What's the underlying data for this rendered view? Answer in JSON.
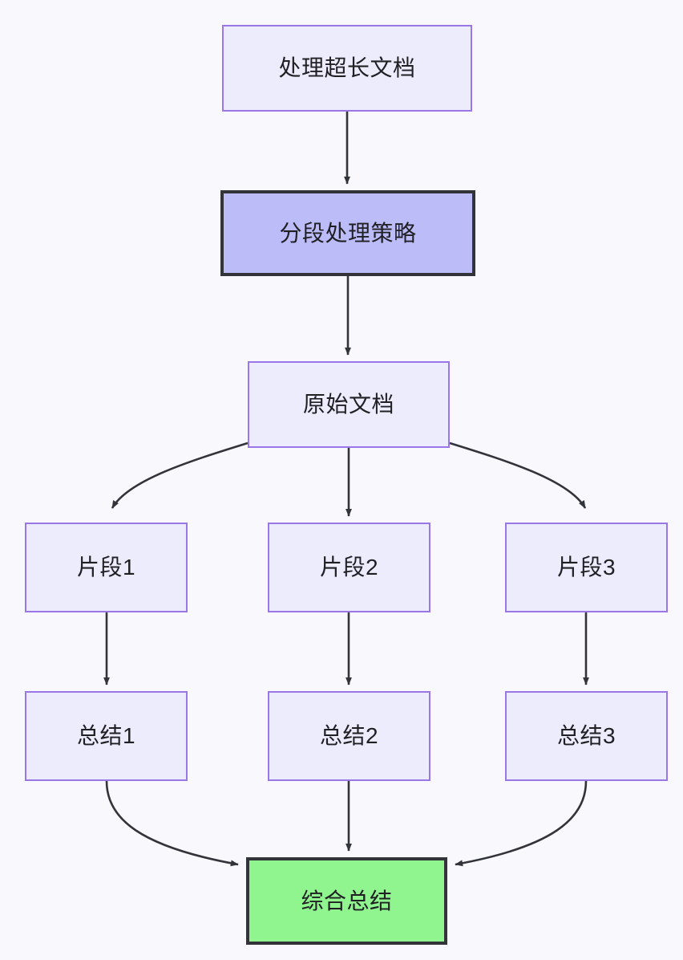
{
  "diagram": {
    "type": "flowchart",
    "direction": "top-down",
    "background_color": "#f8f8fd",
    "nodes": [
      {
        "id": "doc",
        "label": "处理超长文档",
        "style": "default",
        "fill": "#ececfd",
        "stroke": "#9a77e8"
      },
      {
        "id": "strategy",
        "label": "分段处理策略",
        "style": "emphasis",
        "fill": "#bcbcf8",
        "stroke": "#33333a"
      },
      {
        "id": "source",
        "label": "原始文档",
        "style": "default",
        "fill": "#ececfd",
        "stroke": "#9a77e8"
      },
      {
        "id": "frag1",
        "label": "片段1",
        "style": "default",
        "fill": "#ececfd",
        "stroke": "#9a77e8"
      },
      {
        "id": "frag2",
        "label": "片段2",
        "style": "default",
        "fill": "#ececfd",
        "stroke": "#9a77e8"
      },
      {
        "id": "frag3",
        "label": "片段3",
        "style": "default",
        "fill": "#ececfd",
        "stroke": "#9a77e8"
      },
      {
        "id": "sum1",
        "label": "总结1",
        "style": "default",
        "fill": "#ececfd",
        "stroke": "#9a77e8"
      },
      {
        "id": "sum2",
        "label": "总结2",
        "style": "default",
        "fill": "#ececfd",
        "stroke": "#9a77e8"
      },
      {
        "id": "sum3",
        "label": "总结3",
        "style": "default",
        "fill": "#ececfd",
        "stroke": "#9a77e8"
      },
      {
        "id": "final",
        "label": "综合总结",
        "style": "final",
        "fill": "#90f58f",
        "stroke": "#33333a"
      }
    ],
    "edges": [
      {
        "from": "doc",
        "to": "strategy",
        "shape": "straight",
        "arrow": true
      },
      {
        "from": "strategy",
        "to": "source",
        "shape": "straight",
        "arrow": true
      },
      {
        "from": "source",
        "to": "frag1",
        "shape": "curve",
        "arrow": true
      },
      {
        "from": "source",
        "to": "frag2",
        "shape": "straight",
        "arrow": true
      },
      {
        "from": "source",
        "to": "frag3",
        "shape": "curve",
        "arrow": true
      },
      {
        "from": "frag1",
        "to": "sum1",
        "shape": "straight",
        "arrow": true
      },
      {
        "from": "frag2",
        "to": "sum2",
        "shape": "straight",
        "arrow": true
      },
      {
        "from": "frag3",
        "to": "sum3",
        "shape": "straight",
        "arrow": true
      },
      {
        "from": "sum1",
        "to": "final",
        "shape": "curve",
        "arrow": true
      },
      {
        "from": "sum2",
        "to": "final",
        "shape": "straight",
        "arrow": true
      },
      {
        "from": "sum3",
        "to": "final",
        "shape": "curve",
        "arrow": true
      }
    ],
    "edge_color": "#33333a"
  }
}
